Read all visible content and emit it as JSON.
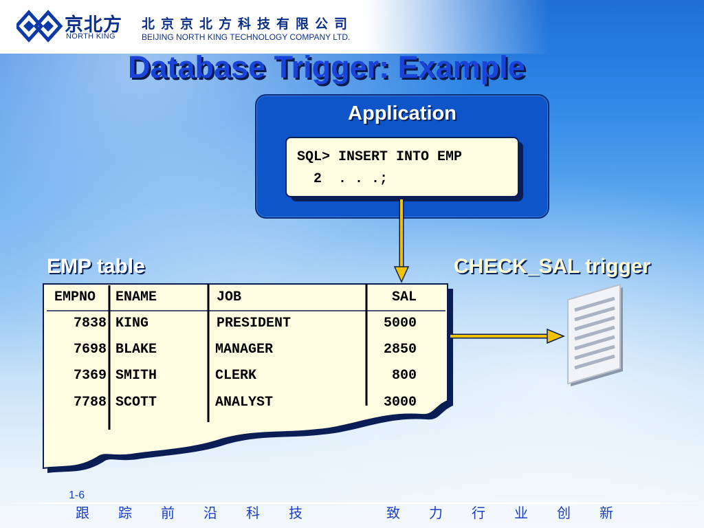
{
  "header": {
    "logo_cn": "京北方",
    "logo_en": "NORTH KING",
    "company_cn": "北京京北方科技有限公司",
    "company_en": "BEIJING NORTH KING  TECHNOLOGY COMPANY LTD."
  },
  "slide": {
    "title": "Database Trigger: Example",
    "page_number": "1-6"
  },
  "application": {
    "title": "Application",
    "sql_line1": "SQL> INSERT INTO EMP",
    "sql_line2": "  2  . . .;"
  },
  "emp_table": {
    "label": "EMP table",
    "columns": [
      "EMPNO",
      "ENAME",
      "JOB",
      "SAL"
    ],
    "rows": [
      [
        "7838",
        "KING",
        "PRESIDENT",
        "5000"
      ],
      [
        "7698",
        "BLAKE",
        "MANAGER",
        "2850"
      ],
      [
        "7369",
        "SMITH",
        "CLERK",
        "800"
      ],
      [
        "7788",
        "SCOTT",
        "ANALYST",
        "3000"
      ]
    ]
  },
  "trigger": {
    "label": "CHECK_SAL trigger"
  },
  "footer": {
    "slogan_left": "跟踪前沿科技",
    "slogan_right": "致力行业创新"
  },
  "colors": {
    "title_blue": "#1a44d8",
    "app_box_blue": "#0d55c8",
    "sql_box_bg": "#fffde1",
    "table_bg": "#fffde1",
    "arrow_yellow": "#f2c200",
    "trigger_label": "#fffbd1",
    "footer_text": "#1a3ec8"
  }
}
